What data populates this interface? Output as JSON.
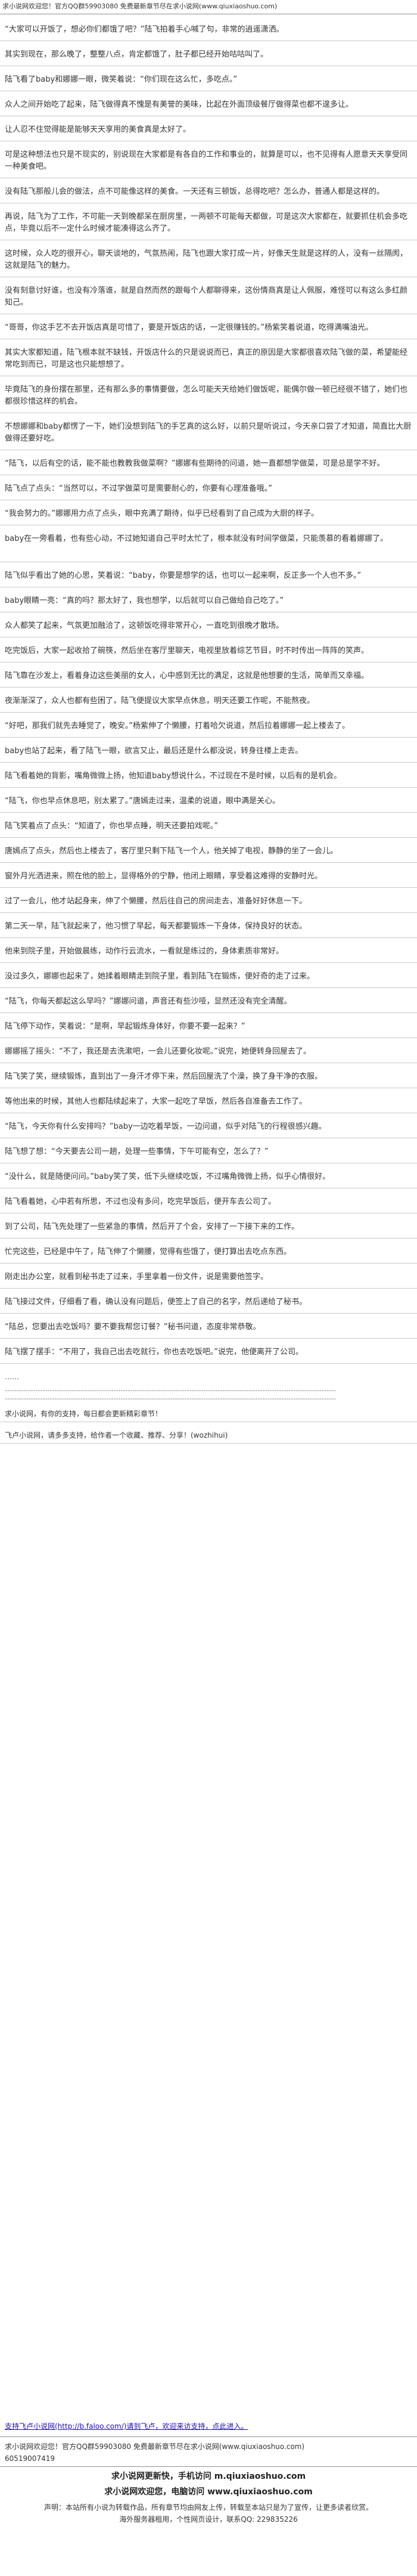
{
  "header": {
    "top_notice": "求小说网欢迎您！官方QQ群59903080 免费最新章节尽在求小说网(www.qiuxiaoshuo.com)"
  },
  "paragraphs": [
    "“大家可以开饭了，想必你们都饿了吧？”陆飞拍着手心喊了句，非常的逍遥潇洒。",
    "其实到现在，那么晚了，整整八点，肯定都饿了，肚子都已经开始咕咕叫了。",
    "陆飞看了baby和娜娜一眼，微笑着说：“你们现在这么忙，多吃点。”",
    "众人之间开始吃了起来，陆飞做得真不愧是有美誉的美味，比起在外面顶级餐厅做得菜也都不遑多让。",
    "让人忍不住觉得能是能够天天享用的美食真是太好了。",
    "可是这种想法也只是不现实的，别说现在大家都是有各自的工作和事业的，就算是可以，也不见得有人愿意天天享受同一种美食吧。",
    "没有陆飞那般儿会的做法，点不可能像这样的美食。一天还有三顿饭，总得吃吧？怎么办，普通人都是这样的。",
    "再说，陆飞为了工作，不可能一天到晚都呆在厨房里，一两顿不可能每天都做，可是这次大家都在，就要抓住机会多吃点，毕竟以后不一定什么时候才能凑得这么齐了。",
    "这时候，众人吃的很开心，聊天谈地的，气氛热闹，陆飞也跟大家打成一片，好像天生就是这样的人，没有一丝隔阂，这就是陆飞的魅力。",
    "没有刻意讨好谁，也没有冷落谁，就是自然而然的跟每个人都聊得来，这份情商真是让人佩服，难怪可以有这么多红颜知己。",
    "“哥哥，你这手艺不去开饭店真是可惜了，要是开饭店的话，一定很赚钱的。”杨紫笑着说道，吃得满嘴油光。",
    "其实大家都知道，陆飞根本就不缺钱，开饭店什么的只是说说而已，真正的原因是大家都很喜欢陆飞做的菜，希望能经常吃到而已，可是这也只能想想了。",
    "毕竟陆飞的身份摆在那里，还有那么多的事情要做，怎么可能天天给她们做饭呢，能偶尔做一顿已经很不错了，她们也都很珍惜这样的机会。",
    "不想娜娜和baby都愣了一下，她们没想到陆飞的手艺真的这么好，以前只是听说过，今天亲口尝了才知道，简直比大厨做得还要好吃。",
    "“陆飞，以后有空的话，能不能也教教我做菜啊？”娜娜有些期待的问道，她一直都想学做菜，可是总是学不好。",
    "陆飞点了点头：“当然可以，不过学做菜可是需要耐心的，你要有心理准备哦。”",
    "“我会努力的。”娜娜用力点了点头，眼中充满了期待，似乎已经看到了自己成为大厨的样子。",
    "baby在一旁看着，也有些心动，不过她知道自己平时太忙了，根本就没有时间学做菜，只能羡慕的看着娜娜了。",
    "陆飞似乎看出了她的心思，笑着说：“baby，你要是想学的话，也可以一起来啊，反正多一个人也不多。”",
    "baby眼睛一亮：“真的吗？那太好了，我也想学，以后就可以自己做给自己吃了。”",
    "众人都笑了起来，气氛更加融洽了，这顿饭吃得非常开心，一直吃到很晚才散场。",
    "吃完饭后，大家一起收拾了碗筷，然后坐在客厅里聊天，电视里放着综艺节目，时不时传出一阵阵的笑声。",
    "陆飞靠在沙发上，看着身边这些美丽的女人，心中感到无比的满足，这就是他想要的生活，简单而又幸福。",
    "夜渐渐深了，众人也都有些困了，陆飞便提议大家早点休息，明天还要工作呢，不能熬夜。",
    "“好吧，那我们就先去睡觉了，晚安。”杨紫伸了个懒腰，打着哈欠说道，然后拉着娜娜一起上楼去了。",
    "baby也站了起来，看了陆飞一眼，欲言又止，最后还是什么都没说，转身往楼上走去。",
    "陆飞看着她的背影，嘴角微微上扬，他知道baby想说什么，不过现在不是时候，以后有的是机会。",
    "“陆飞，你也早点休息吧，别太累了。”唐嫣走过来，温柔的说道，眼中满是关心。",
    "陆飞笑着点了点头：“知道了，你也早点睡，明天还要拍戏呢。”",
    "唐嫣点了点头，然后也上楼去了，客厅里只剩下陆飞一个人，他关掉了电视，静静的坐了一会儿。",
    "窗外月光洒进来，照在他的脸上，显得格外的宁静，他闭上眼睛，享受着这难得的安静时光。",
    "过了一会儿，他才站起身来，伸了个懒腰，然后往自己的房间走去，准备好好休息一下。",
    "第二天一早，陆飞就起来了，他习惯了早起，每天都要锻炼一下身体，保持良好的状态。",
    "他来到院子里，开始做晨练，动作行云流水，一看就是练过的，身体素质非常好。",
    "没过多久，娜娜也起来了，她揉着眼睛走到院子里，看到陆飞在锻炼，便好奇的走了过来。",
    "“陆飞，你每天都起这么早吗？”娜娜问道，声音还有些沙哑，显然还没有完全清醒。",
    "陆飞停下动作，笑着说：“是啊，早起锻炼身体好，你要不要一起来？”",
    "娜娜摇了摇头：“不了，我还是去洗漱吧，一会儿还要化妆呢。”说完，她便转身回屋去了。",
    "陆飞笑了笑，继续锻炼，直到出了一身汗才停下来，然后回屋洗了个澡，换了身干净的衣服。",
    "等他出来的时候，其他人也都陆续起来了，大家一起吃了早饭，然后各自准备去工作了。",
    "“陆飞，今天你有什么安排吗？”baby一边吃着早饭，一边问道，似乎对陆飞的行程很感兴趣。",
    "陆飞想了想：“今天要去公司一趟，处理一些事情，下午可能有空，怎么了？”",
    "“没什么，就是随便问问。”baby笑了笑，低下头继续吃饭，不过嘴角微微上扬，似乎心情很好。",
    "陆飞看着她，心中若有所思，不过也没有多问，吃完早饭后，便开车去公司了。",
    "到了公司，陆飞先处理了一些紧急的事情，然后开了个会，安排了一下接下来的工作。",
    "忙完这些，已经是中午了，陆飞伸了个懒腰，觉得有些饿了，便打算出去吃点东西。",
    "刚走出办公室，就看到秘书走了过来，手里拿着一份文件，说是需要他签字。",
    "陆飞接过文件，仔细看了看，确认没有问题后，便签上了自己的名字，然后递给了秘书。",
    "“陆总，您要出去吃饭吗？要不要我帮您订餐？”秘书问道，态度非常恭敬。",
    "陆飞摆了摆手：“不用了，我自己出去吃就行，你也去吃饭吧。”说完，他便离开了公司。"
  ],
  "break_ellipsis": "……",
  "separator_dashes": "--------------------------------------------------------------------------------------------------------------------------------------------",
  "end_notes": [
    "求小说网，有你的支持，每日都会更新精彩章节！",
    "飞卢小说网，请多多支持，给作者一个收藏、推荐、分享！(wozhihui)"
  ],
  "footer": {
    "link_line": "支持飞卢小说网(http://b.faloo.com/)请到飞卢，欢迎来访支持，点此进入。",
    "qq_line": "求小说网欢迎您！官方QQ群59903080 免费最新章节尽在求小说网(www.qiuxiaoshuo.com)",
    "number_line": "60519007419",
    "site_name": "求小说网更新快，手机访问 m.qiuxiaoshuo.com",
    "welcome": "求小说网欢迎您，电脑访问 www.qiuxiaoshuo.com",
    "disclaimer": "声明：本站所有小说为转载作品，所有章节均由网友上传，转载至本站只是为了宣传，让更多读者欣赏。",
    "contact": "海外服务器租用，个性网页设计，联系QQ: 229835226"
  }
}
